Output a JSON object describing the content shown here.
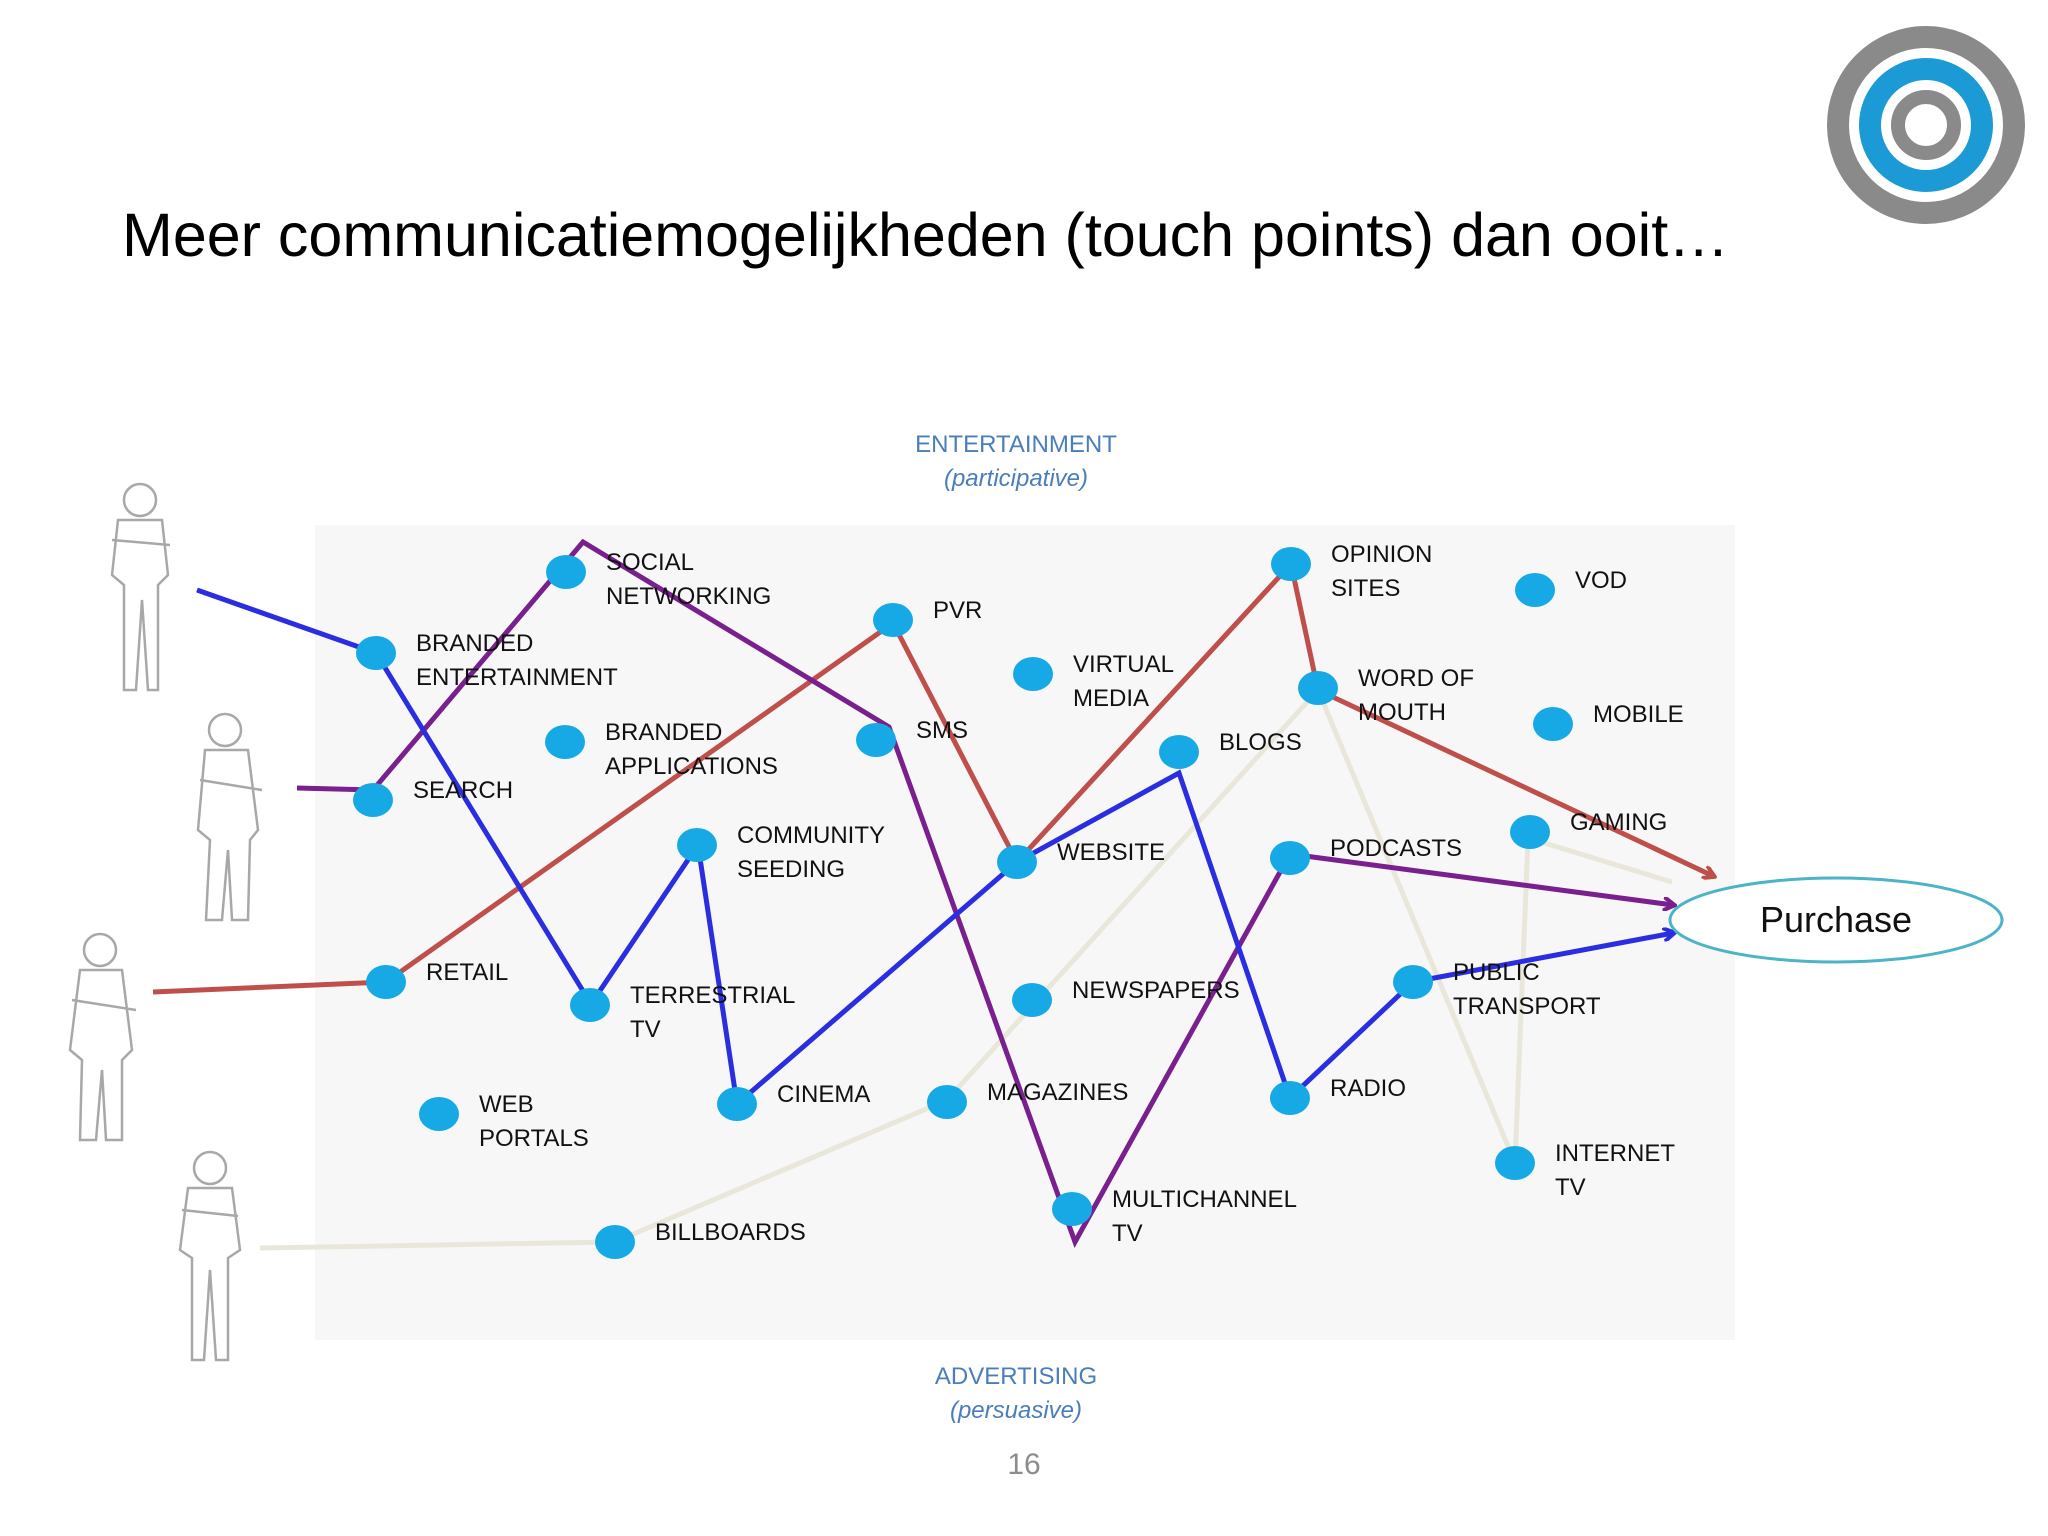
{
  "slide": {
    "title": "Meer communicatiemogelijkheden (touch points) dan ooit…",
    "page_number": "16"
  },
  "axis": {
    "top_label": "ENTERTAINMENT",
    "top_sub": "(participative)",
    "bottom_label": "ADVERTISING",
    "bottom_sub": "(persuasive)"
  },
  "colors": {
    "node": "#17a9e6",
    "blue_path": "#2a2ee0",
    "purple_path": "#7a1f8e",
    "red_path": "#bf4f4a",
    "cream_path": "#e9e7da",
    "axis_text": "#4a7ebb",
    "logo_gray": "#8a8a8a",
    "logo_blue": "#1b9ad6"
  },
  "goal": {
    "label": "Purchase"
  },
  "nodes": [
    {
      "id": "branded-entertainment",
      "lines": [
        "BRANDED",
        "ENTERTAINMENT"
      ]
    },
    {
      "id": "search",
      "lines": [
        "SEARCH"
      ]
    },
    {
      "id": "social-networking",
      "lines": [
        "SOCIAL",
        "NETWORKING"
      ]
    },
    {
      "id": "branded-applications",
      "lines": [
        "BRANDED",
        "APPLICATIONS"
      ]
    },
    {
      "id": "pvr",
      "lines": [
        "PVR"
      ]
    },
    {
      "id": "sms",
      "lines": [
        "SMS"
      ]
    },
    {
      "id": "virtual-media",
      "lines": [
        "VIRTUAL",
        "MEDIA"
      ]
    },
    {
      "id": "community-seeding",
      "lines": [
        "COMMUNITY",
        "SEEDING"
      ]
    },
    {
      "id": "retail",
      "lines": [
        "RETAIL"
      ]
    },
    {
      "id": "terrestrial-tv",
      "lines": [
        "TERRESTRIAL",
        "TV"
      ]
    },
    {
      "id": "web-portals",
      "lines": [
        "WEB",
        "PORTALS"
      ]
    },
    {
      "id": "cinema",
      "lines": [
        "CINEMA"
      ]
    },
    {
      "id": "billboards",
      "lines": [
        "BILLBOARDS"
      ]
    },
    {
      "id": "website",
      "lines": [
        "WEBSITE"
      ]
    },
    {
      "id": "newspapers",
      "lines": [
        "NEWSPAPERS"
      ]
    },
    {
      "id": "magazines",
      "lines": [
        "MAGAZINES"
      ]
    },
    {
      "id": "multichannel-tv",
      "lines": [
        "MULTICHANNEL",
        "TV"
      ]
    },
    {
      "id": "blogs",
      "lines": [
        "BLOGS"
      ]
    },
    {
      "id": "opinion-sites",
      "lines": [
        "OPINION",
        "SITES"
      ]
    },
    {
      "id": "word-of-mouth",
      "lines": [
        "WORD OF",
        "MOUTH"
      ]
    },
    {
      "id": "podcasts",
      "lines": [
        "PODCASTS"
      ]
    },
    {
      "id": "radio",
      "lines": [
        "RADIO"
      ]
    },
    {
      "id": "vod",
      "lines": [
        "VOD"
      ]
    },
    {
      "id": "mobile",
      "lines": [
        "MOBILE"
      ]
    },
    {
      "id": "gaming",
      "lines": [
        "GAMING"
      ]
    },
    {
      "id": "public-transport",
      "lines": [
        "PUBLIC",
        "TRANSPORT"
      ]
    },
    {
      "id": "internet-tv",
      "lines": [
        "INTERNET",
        "TV"
      ]
    }
  ],
  "paths": [
    {
      "id": "blue",
      "color": "#2a2ee0",
      "route": [
        "branded-entertainment",
        "terrestrial-tv",
        "community-seeding",
        "cinema",
        "website",
        "blogs",
        "radio",
        "public-transport",
        "purchase"
      ]
    },
    {
      "id": "purple",
      "color": "#7a1f8e",
      "route": [
        "search",
        "social-networking",
        "sms",
        "multichannel-tv",
        "podcasts",
        "purchase"
      ]
    },
    {
      "id": "red",
      "color": "#bf4f4a",
      "route": [
        "retail",
        "pvr",
        "website",
        "opinion-sites",
        "word-of-mouth",
        "purchase"
      ]
    },
    {
      "id": "cream",
      "color": "#e9e7da",
      "route": [
        "billboards",
        "magazines",
        "word-of-mouth",
        "internet-tv",
        "gaming",
        "purchase"
      ]
    }
  ]
}
